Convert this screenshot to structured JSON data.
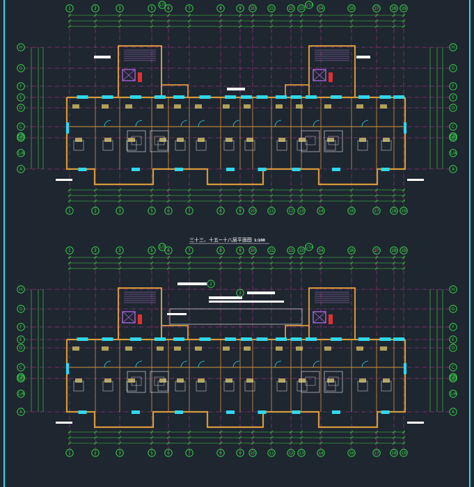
{
  "colors": {
    "background": "#1e2630",
    "axis_bubble": "#39d24a",
    "grid_line": "#d23aa0",
    "wall": "#d89a3a",
    "window": "#2fd9ef",
    "dimension": "#48d848",
    "label_block": "#ffffff",
    "stair": "#b07bd0",
    "elevator": "#a864d8",
    "room_fill": "#c8b860"
  },
  "axes": {
    "numbers": [
      "1",
      "2",
      "3",
      "5",
      "6",
      "7",
      "8",
      "9",
      "10",
      "11",
      "12",
      "13",
      "14",
      "16",
      "17",
      "18",
      "19"
    ],
    "top_extra": [
      "1/5",
      "1/14"
    ],
    "letters": [
      "H",
      "G",
      "F",
      "E",
      "D",
      "C",
      "B",
      "A"
    ],
    "letter_extra": [
      "1/B",
      "1/A"
    ]
  },
  "plans": [
    {
      "id": "upper",
      "title": "三十三、十五~十八层平面图",
      "scale": "1:100"
    },
    {
      "id": "lower",
      "title": "十四层平面图",
      "scale": "1:100"
    }
  ],
  "annotation_marks": [
    "2",
    "3"
  ]
}
